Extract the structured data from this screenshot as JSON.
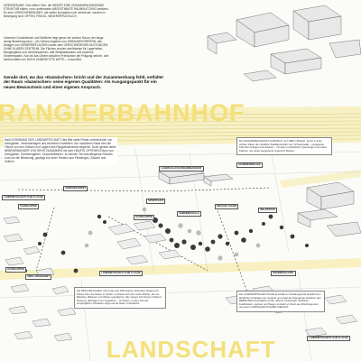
{
  "titles": {
    "top": "RANGIERBAHNHOF",
    "bottom": "LANDSCHAFT"
  },
  "colors": {
    "accent_yellow": "#f3e07a",
    "rail_yellow": "#f6ea9c",
    "building": "#e8e8e8",
    "outline": "#555555"
  },
  "text_blocks": {
    "intro": "GRENZRÄUME. Drei offene Orte, die WEDER EINE ZUSAMMENHÄNGENDE STRUKTUR bilden, noch aufeinander ABGESTIMMTE RAUMNUTZUNG besitzen. Es sind »ZWISCHENRÄUME«, die weiter kompakte noch zerstreute, sondern in Bewegung sind: OFFEN, FRAGIL, WIDERSPRÜCHLICH.",
    "intro2": "Zwischen Gundelsbach und Stellheim liegt genau ein solcher Raum, der lange wenig Beachtung fand – ein Gebiet umgeben von GEBÄUDEKÖRPERN, den Anlagen von GEWERBEFLÄCHEN sowie dem VERSCHIEDENEN NUTZUNGEN. OHNE KLAREN ZENTRUM. Die Flächen wurden schrittweise für Lagerhallen, Rangiergleise und Verkehrsachsen, alte Stellplatzbauten und moderne Gewerbeparks. Nun ist das Gebiet zwischen Freiräumen der Prägung welche, dort bleibt inmitten ein NOCH UNBESETZTE MITTE – in das Bild.",
    "lead": "Gerade dort, wo das »Dazwischen« bricht und der Zusammenhang fehlt, entfaltet der Raum »dazwischen« seine eigenen Qualitäten: Als Ausgangspunkt für ein neues Bewusstsein und einen eigenen Anspruch.",
    "middle": "Nach DOMINANZ DER LANDWIRTSCHAFT des Bild weite Felder unterbrochen von Kleingärten, Vereinsanlagen und einzelnen Hofstellen. Am nördlichen Rand wird die Fläche von den Gleisen und Lagern des Rangierbahnhofs begrenzt. Doch gerade diese NEBENEINANDER VON SEHR ZUSAMMEN mit dem HÄUFIG OFFENEN Raum von Kleingärten, Schrebergärten, Gewerbeflächen. Im kleinen Teil brachliegende Flächen rund um die Bebauung, geprägt von einer Struktur aus Feldwegen, Zäunen und Gräben.",
    "right": "Der RANGIERBAHNHOF LICHTFELD, seit 1895 in Betrieb, trennt in einer starken Zäsur die nördliche Stadtlandschaft vom Schwarzwald – eingebettet zwischen Anlagen und Zäunen – mit kaum ersichtlichen Querungen und vielen Flächen, die heute weitgehend ungenutzt bleiben.",
    "bottom_left": "Die BRACHFLÄCHEN, durch den seit Jahrzehnten fehlenden Zugang zur Fläche über die Gleise im Süden, erstreckt sich eine weite Fläche, die von Büschen, Bäumen und Wiesen geprägt ist. Hier zeigen sich Spuren früherer Nutzung, überlagert von Vegetation – ein Raum, in dem sich der ursprüngliche Charakter zeigt und die Natur zurückkehrt.",
    "bottom_right": "Die LANDWIRTSCHAFTLICHE FLÄCHE am Siedlungsrand bewahrt den ländlichen Charakter der Gegend und prägt die Übergänge zwischen den BEBAUTEN FLÄCHEN und der offenen Landschaft. Zwischen Feldrändern, Hecken und Wegen entsteht ein Netz aus Rückzugsorten und einer LANDSCHAFTLICHEN VIELFALT."
  },
  "map_labels": [
    "LANDWIRTSCHAFTLICHE FLÄCHE",
    "GEWERBEGEBIET",
    "LAGERHALLEN RANGIERBAHNHOF",
    "SCHIENENANLAGE",
    "KLEINGÄRTEN",
    "KLEINGÄRTEN",
    "SPORTPLATZ",
    "GEMEINDEHALLE",
    "BRACHFLÄCHEN",
    "WALDSTÜCK",
    "KLEINGÄRTEN",
    "SIEDLUNGSGEBIET",
    "LANDWIRTSCHAFTLICHE FLÄCHE",
    "WOHNBEBAUUNG",
    "LANDWIRTSCHAFTLICHE FLÄCHE"
  ]
}
